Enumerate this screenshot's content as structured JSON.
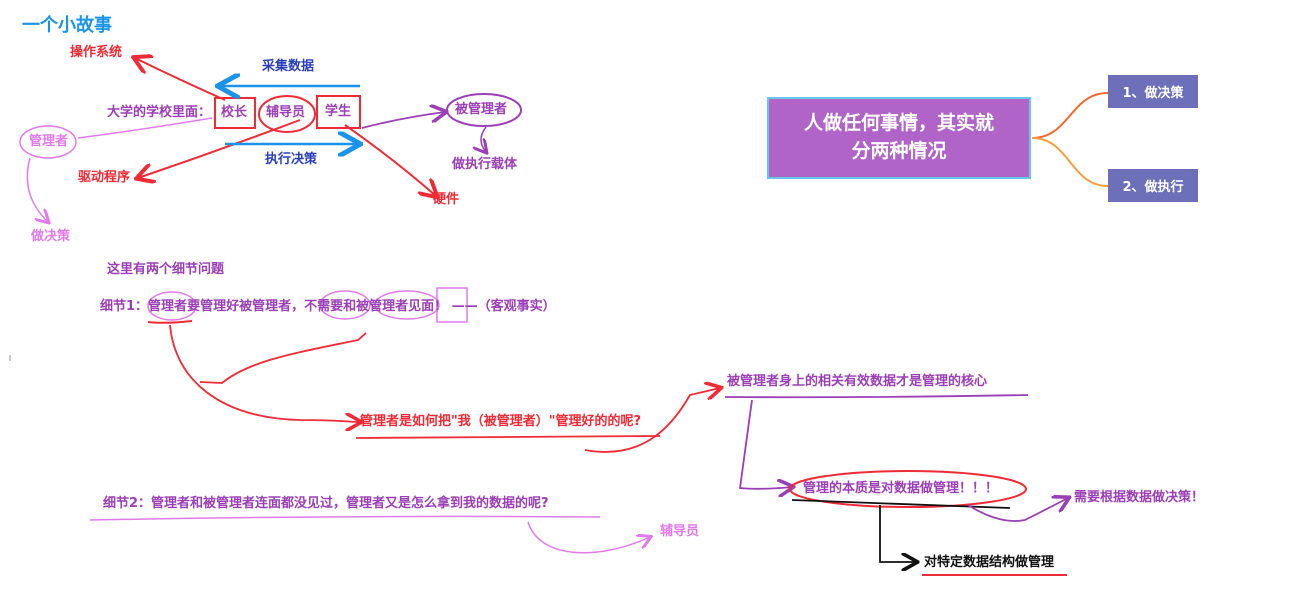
{
  "story": {
    "title": "一个小故事",
    "os": "操作系统",
    "collect": "采集数据",
    "school_prefix": "大学的学校里面：",
    "principal": "校长",
    "counselor": "辅导员",
    "student": "学生",
    "managed": "被管理者",
    "manager": "管理者",
    "execute": "执行决策",
    "driver": "驱动程序",
    "carrier": "做执行载体",
    "hardware": "硬件",
    "decide": "做决策"
  },
  "mindmap": {
    "center_line1": "人做任何事情，其实就",
    "center_line2": "分两种情况",
    "branch1": "1、做决策",
    "branch2": "2、做执行"
  },
  "details": {
    "intro": "这里有两个细节问题",
    "d1_prefix": "细节1：",
    "d1_a": "管理者",
    "d1_b": "要管理好被管理者，",
    "d1_c": "不需要",
    "d1_d": "和",
    "d1_e": "被管理者",
    "d1_f": "见面",
    "d1_g": "！ ——（客观事实）",
    "question": "管理者是如何把\"我（被管理者）\"管理好的的呢?",
    "core": "被管理者身上的相关有效数据才是管理的核心",
    "essence": "管理的本质是对数据做管理！！！",
    "need": "需要根据数据做决策！",
    "structure": "对特定数据结构做管理",
    "d2": "细节2：管理者和被管理者连面都没见过，管理者又是怎么拿到我的数据的呢?",
    "counselor2": "辅导员"
  },
  "colors": {
    "red": "#ee2b36",
    "purple": "#9b3fb6",
    "blue": "#2a3fb8",
    "sky": "#1a93e8",
    "pink": "#e07ce8",
    "box_purple": "#b064c7",
    "box_blue": "#6d6fb8"
  }
}
